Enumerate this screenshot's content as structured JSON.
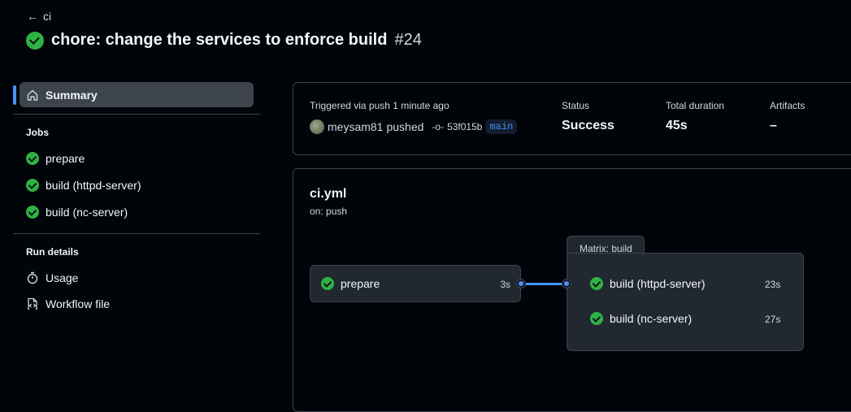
{
  "header": {
    "back_label": "ci",
    "title": "chore: change the services to enforce build",
    "run_number": "#24"
  },
  "sidebar": {
    "summary": "Summary",
    "jobs_heading": "Jobs",
    "jobs": [
      "prepare",
      "build (httpd-server)",
      "build (nc-server)"
    ],
    "run_details_heading": "Run details",
    "usage": "Usage",
    "workflow_file": "Workflow file"
  },
  "summary": {
    "trigger": "Triggered via push 1 minute ago",
    "actor": "meysam81",
    "action": "pushed",
    "commit": "53f015b",
    "branch": "main",
    "status_label": "Status",
    "status": "Success",
    "duration_label": "Total duration",
    "duration": "45s",
    "artifacts_label": "Artifacts",
    "artifacts": "–"
  },
  "workflow": {
    "file": "ci.yml",
    "trigger": "on: push",
    "prepare": {
      "name": "prepare",
      "duration": "3s"
    },
    "matrix_label": "Matrix: build",
    "matrix_jobs": [
      {
        "name": "build (httpd-server)",
        "duration": "23s"
      },
      {
        "name": "build (nc-server)",
        "duration": "27s"
      }
    ]
  },
  "colors": {
    "success": "#2fb344",
    "accent": "#4493f8"
  }
}
